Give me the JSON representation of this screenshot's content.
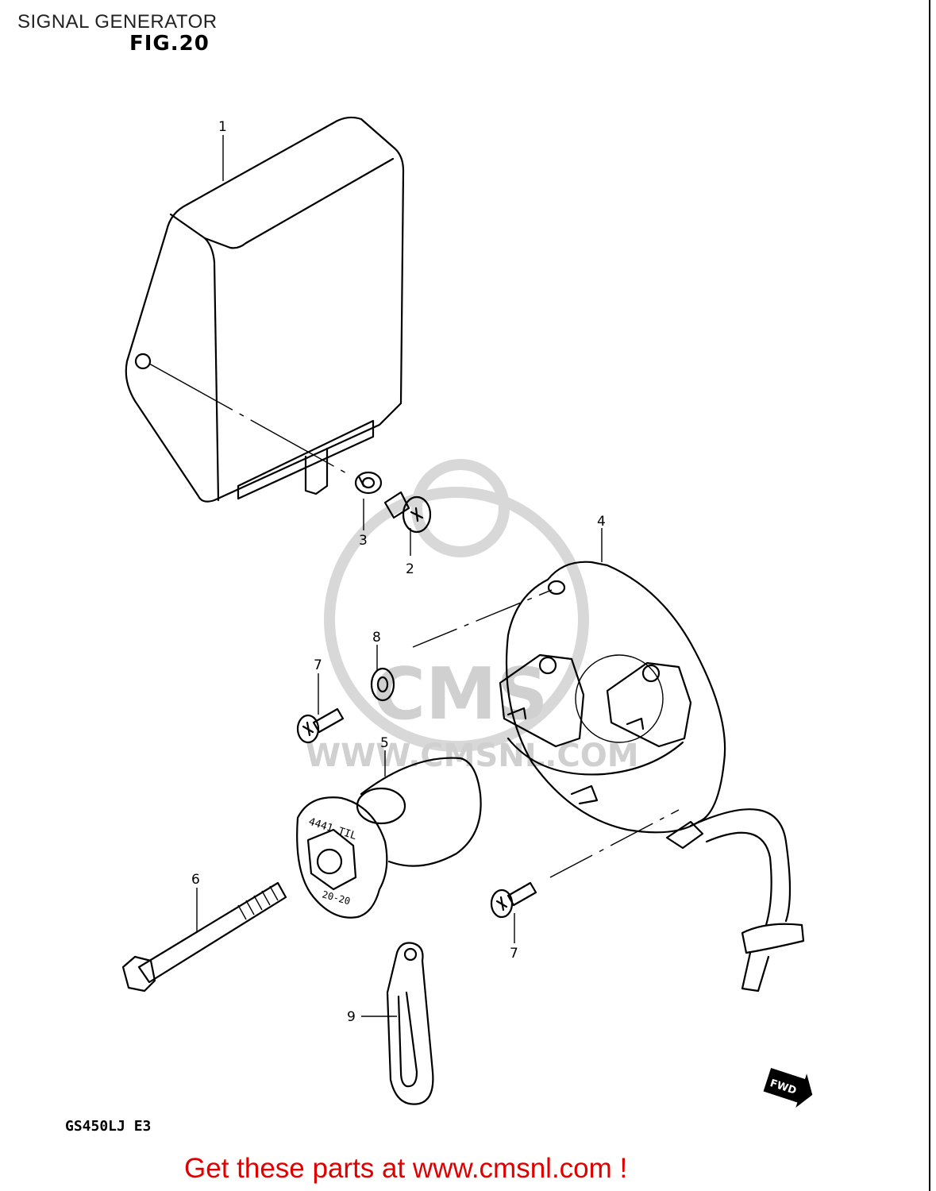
{
  "header": {
    "title": "SIGNAL GENERATOR",
    "figure": "FIG.20"
  },
  "footer": {
    "model": "GS450LJ E3",
    "cta": "Get these parts at www.cmsnl.com !",
    "fwd_badge": "FWD"
  },
  "watermark": {
    "letters": "CMS",
    "url": "WWW.CMSNL.COM"
  },
  "callouts": [
    "1",
    "2",
    "3",
    "4",
    "5",
    "6",
    "7",
    "7",
    "8",
    "9"
  ],
  "part_markings": {
    "rotor_code": "4441 TIL",
    "rotor_sub": "20-20"
  }
}
